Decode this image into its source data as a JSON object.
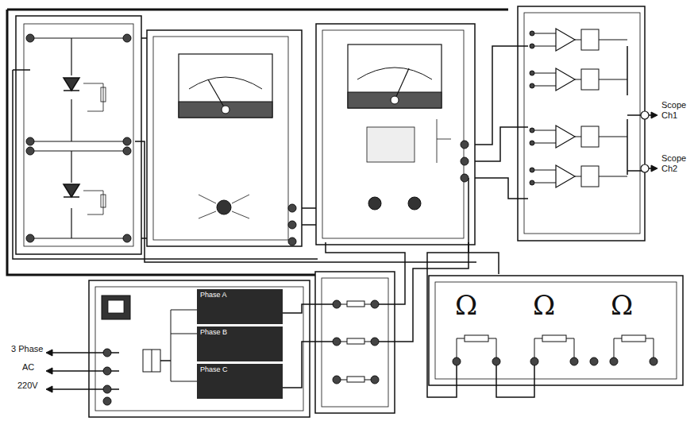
{
  "diagram": {
    "nodes": [
      {
        "text": [
          "Phase A"
        ]
      },
      {
        "text": [
          "Phase B"
        ]
      },
      {
        "text": [
          "Phase C"
        ]
      },
      {
        "text": [
          "Ω",
          "Ω",
          "Ω"
        ]
      }
    ],
    "labels": [
      "3 Phase",
      "AC",
      "220V",
      "Scope Ch1",
      "Scope Ch2"
    ]
  }
}
